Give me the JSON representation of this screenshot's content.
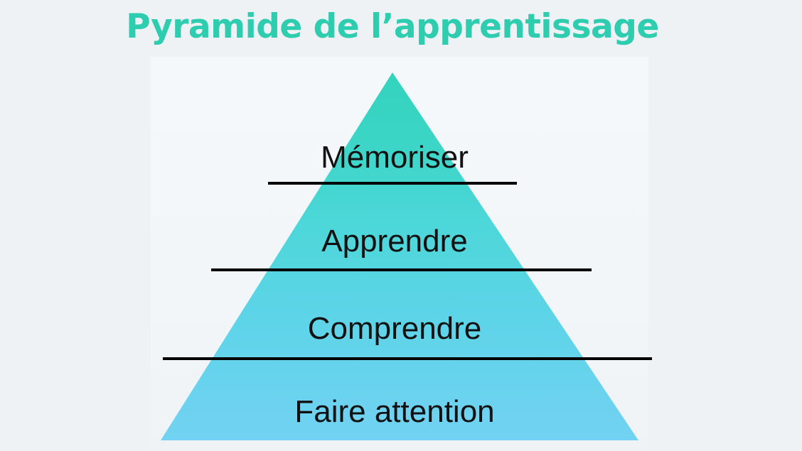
{
  "page": {
    "title": "Pyramide de l’apprentissage",
    "background_color": "#eef2f5",
    "panel_color": "#f4f7f9",
    "title_color": "#2ecdb0"
  },
  "chart_data": {
    "type": "pie",
    "title": "Pyramide de l’apprentissage",
    "xlabel": "",
    "ylabel": "",
    "shape": "triangle-pyramid",
    "orientation": "apex-top",
    "tier_count": 4,
    "categories": [
      "Mémoriser",
      "Apprendre",
      "Comprendre",
      "Faire attention"
    ],
    "values": [
      1,
      2,
      3,
      4
    ],
    "tiers": [
      {
        "rank": 1,
        "label": "Mémoriser",
        "position": "top",
        "fill_color": "#3ad5c4",
        "divider_below": true
      },
      {
        "rank": 2,
        "label": "Apprendre",
        "position": "upper-middle",
        "fill_color": "#4bd8d4",
        "divider_below": true
      },
      {
        "rank": 3,
        "label": "Comprendre",
        "position": "lower-middle",
        "fill_color": "#5ed4e6",
        "divider_below": true
      },
      {
        "rank": 4,
        "label": "Faire attention",
        "position": "base",
        "fill_color": "#6ed1f0",
        "divider_below": false
      }
    ],
    "gradient": {
      "from": "#35d4c0",
      "to": "#71d2f2",
      "direction": "top-to-bottom"
    },
    "divider_color": "#000000",
    "label_color": "#111111",
    "legend": "none",
    "grid": false
  }
}
